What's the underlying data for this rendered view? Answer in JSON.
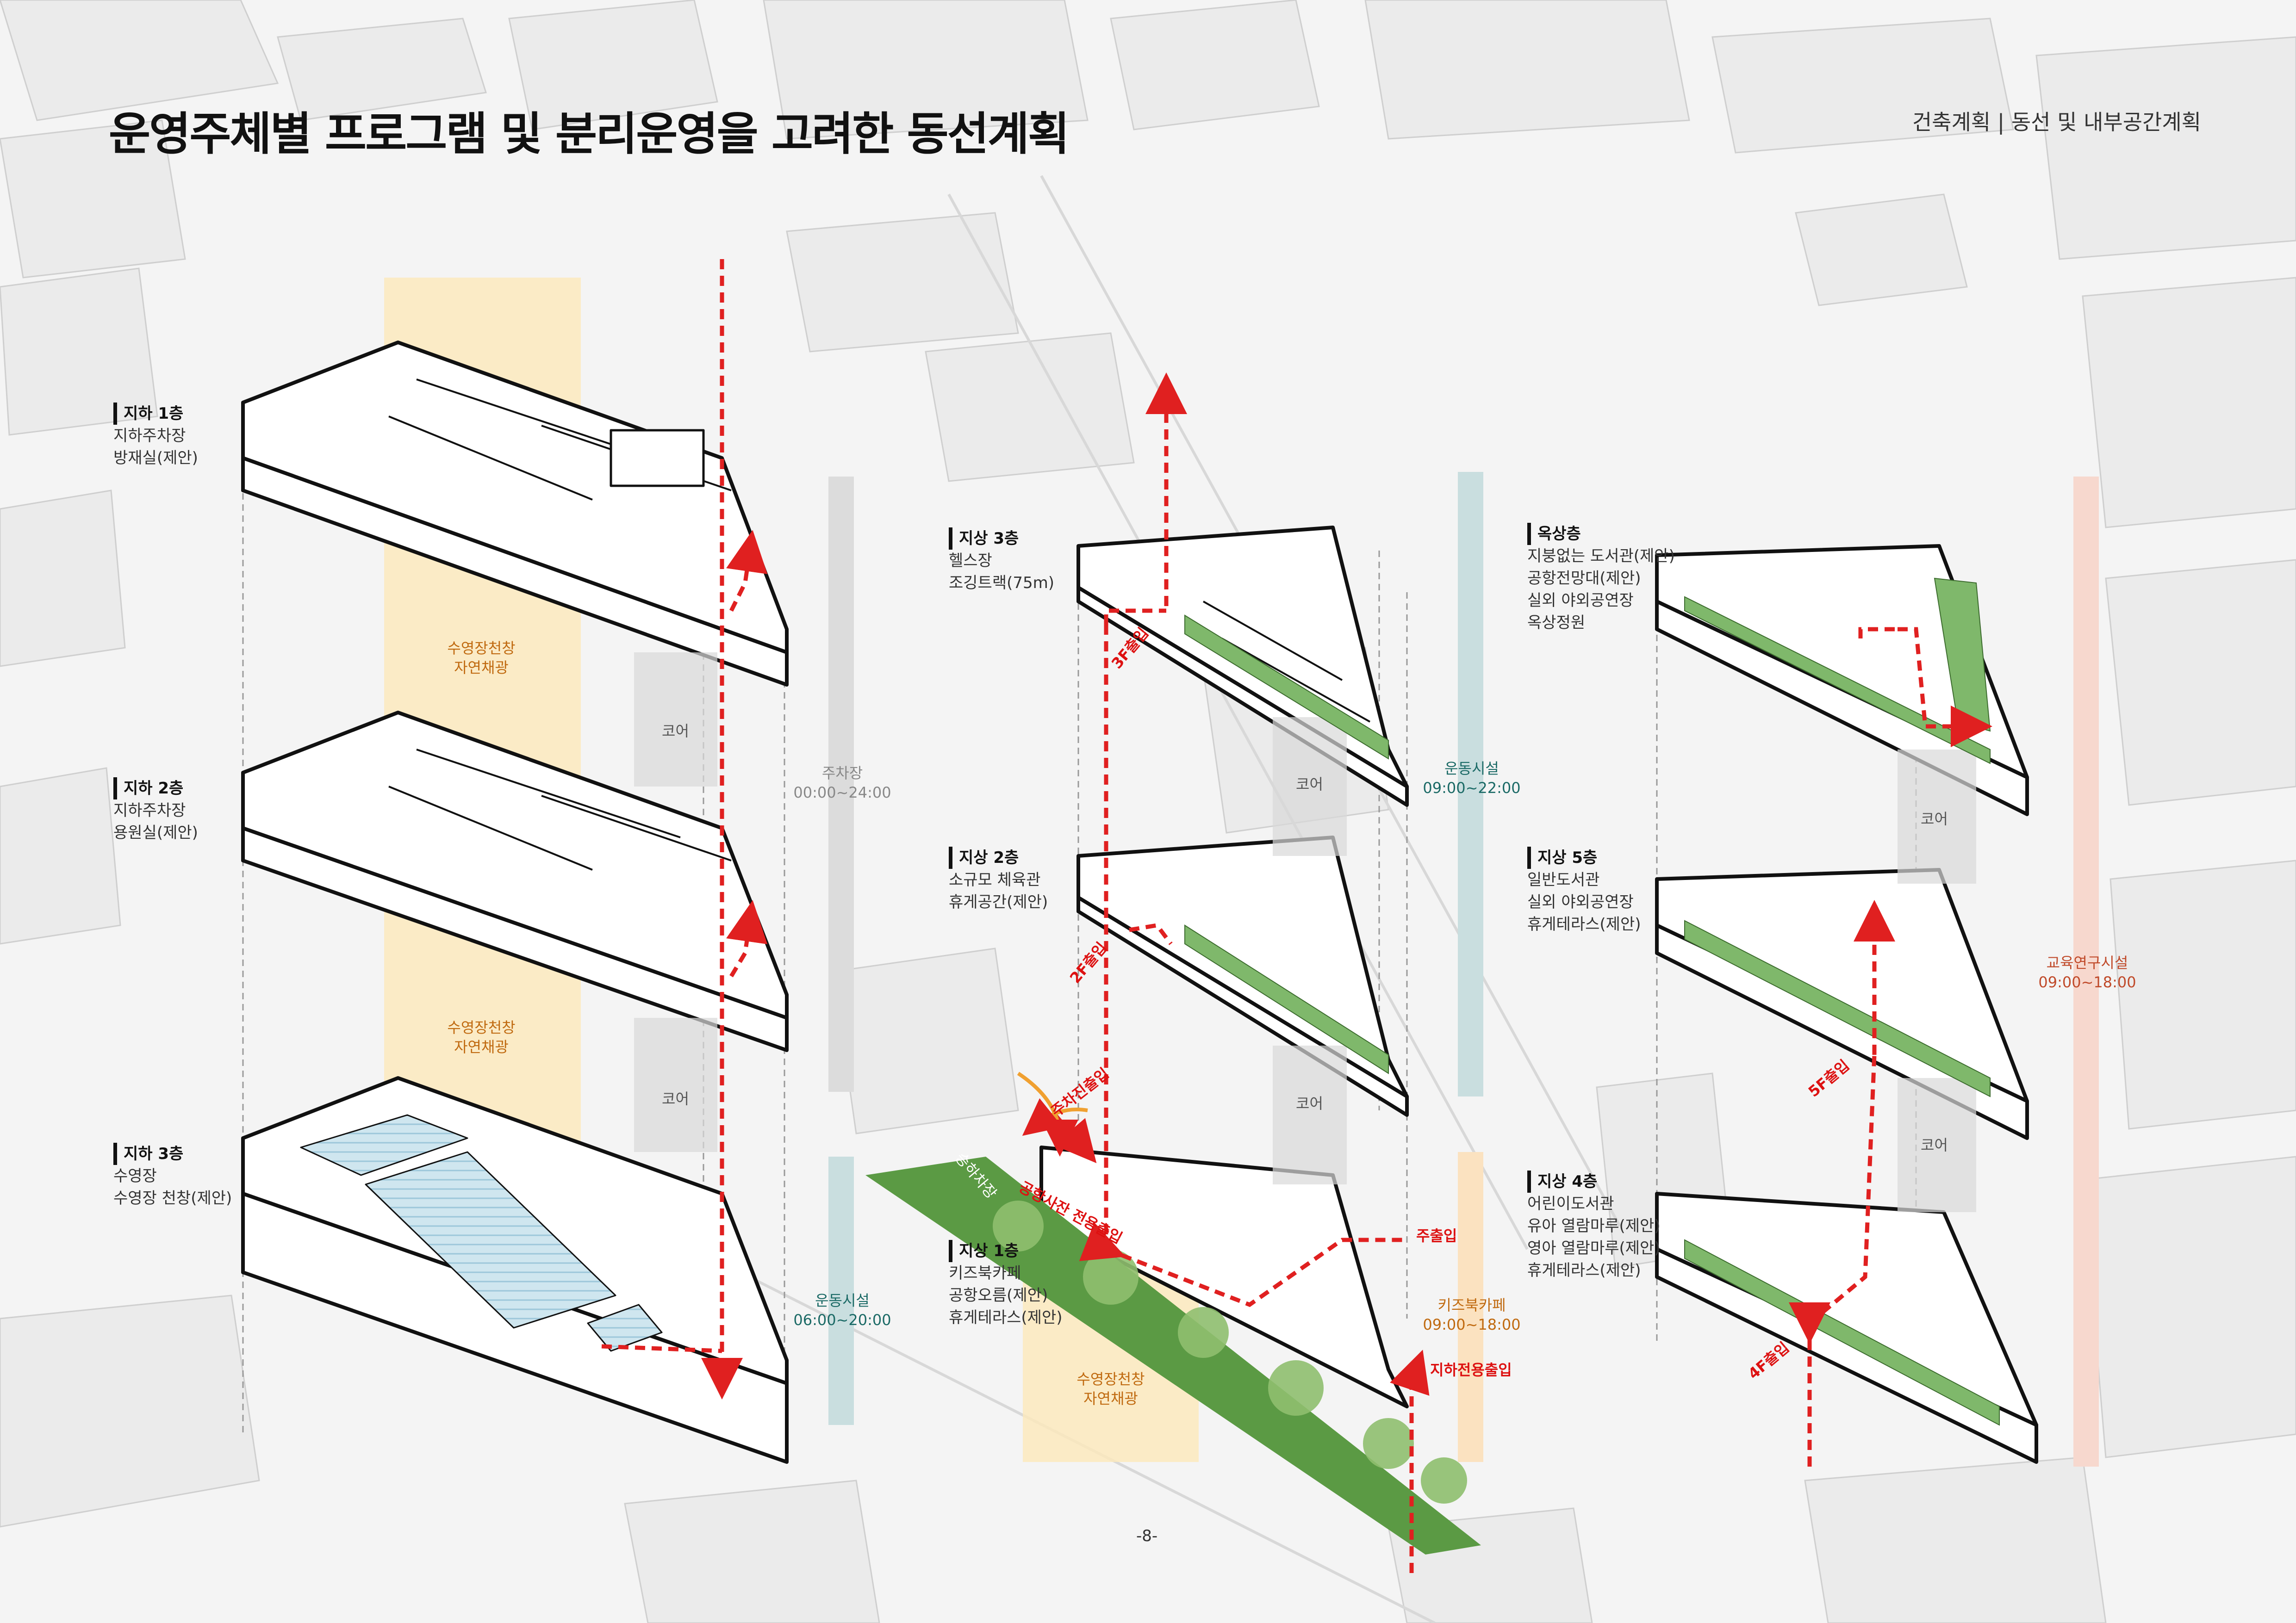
{
  "header": {
    "title": "운영주체별 프로그램 및 분리운영을 고려한 동선계획",
    "section": "건축계획 | 동선 및 내부공간계획"
  },
  "floors": {
    "b1": {
      "name": "지하 1층",
      "items": [
        "지하주차장",
        "방재실(제안)"
      ]
    },
    "b2": {
      "name": "지하 2층",
      "items": [
        "지하주차장",
        "용원실(제안)"
      ]
    },
    "b3": {
      "name": "지하 3층",
      "items": [
        "수영장",
        "수영장 천창(제안)"
      ]
    },
    "f1": {
      "name": "지상 1층",
      "items": [
        "키즈북카페",
        "공항오름(제안)",
        "휴게테라스(제안)"
      ]
    },
    "f2": {
      "name": "지상 2층",
      "items": [
        "소규모 체육관",
        "휴게공간(제안)"
      ]
    },
    "f3": {
      "name": "지상 3층",
      "items": [
        "헬스장",
        "조깅트랙(75m)"
      ]
    },
    "f4": {
      "name": "지상 4층",
      "items": [
        "어린이도서관",
        "유아 열람마루(제안)",
        "영아 열람마루(제안)",
        "휴게테라스(제안)"
      ]
    },
    "f5": {
      "name": "지상 5층",
      "items": [
        "일반도서관",
        "실외 야외공연장",
        "휴게테라스(제안)"
      ]
    },
    "roof": {
      "name": "옥상층",
      "items": [
        "지붕없는 도서관(제안)",
        "공항전망대(제안)",
        "실외 야외공연장",
        "옥상정원"
      ]
    }
  },
  "skylight": {
    "line1": "수영장천창",
    "line2": "자연채광"
  },
  "core_label": "코어",
  "bands": {
    "parking": {
      "name": "주차장",
      "hours": "00:00~24:00"
    },
    "sports_low": {
      "name": "운동시설",
      "hours": "06:00~20:00"
    },
    "sports_high": {
      "name": "운동시설",
      "hours": "09:00~22:00"
    },
    "kids": {
      "name": "키즈북카페",
      "hours": "09:00~18:00"
    },
    "edu": {
      "name": "교육연구시설",
      "hours": "09:00~18:00"
    }
  },
  "entrances": {
    "main": "주출입",
    "basement": "지하전용출입",
    "parking": "주차진출입",
    "public": "공항사잔 전용출입",
    "f2": "2F출입",
    "f3": "3F출입",
    "f4": "4F출입",
    "f5": "5F출입",
    "dropoff": "승하차장"
  },
  "page_number": "-8-",
  "colors": {
    "route": "#e02020",
    "skylight": "#fbe9bd",
    "green": "#4d8f3a",
    "band_blue": "#c9dedf",
    "band_orange": "#fbe2c0",
    "band_pink": "#f7d8ce",
    "band_grey": "#dcdcdc"
  }
}
